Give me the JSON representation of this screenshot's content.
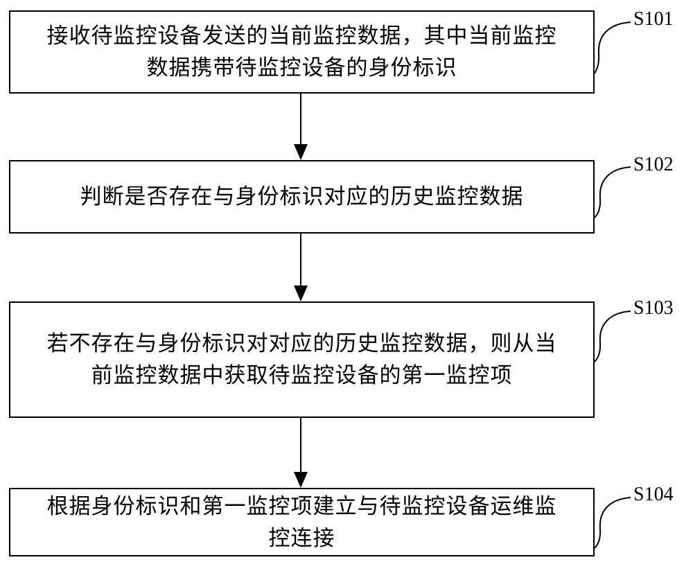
{
  "flowchart": {
    "steps": [
      {
        "label": "S101",
        "text": "接收待监控设备发送的当前监控数据，其中当前监控\n数据携带待监控设备的身份标识"
      },
      {
        "label": "S102",
        "text": "判断是否存在与身份标识对应的历史监控数据"
      },
      {
        "label": "S103",
        "text": "若不存在与身份标识对对应的历史监控数据，则从当\n前监控数据中获取待监控设备的第一监控项"
      },
      {
        "label": "S104",
        "text": "根据身份标识和第一监控项建立与待监控设备运维监\n控连接"
      }
    ]
  },
  "colors": {
    "stroke": "#000000",
    "background": "#ffffff"
  }
}
